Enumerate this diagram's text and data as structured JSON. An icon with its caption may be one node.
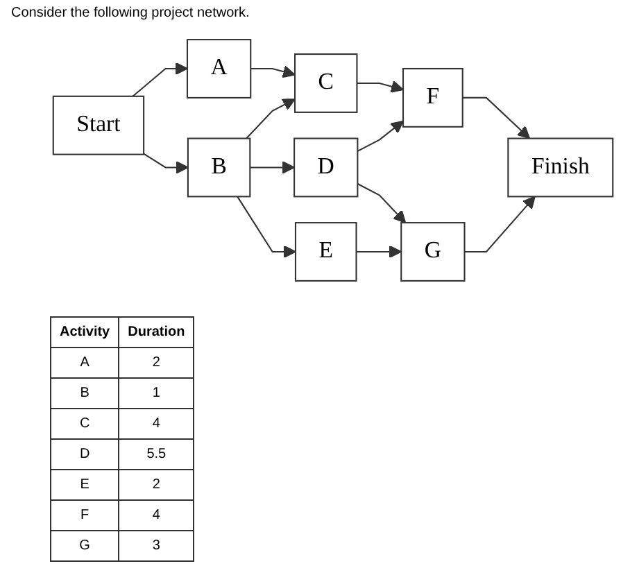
{
  "diagram": {
    "title": "Consider the following project network.",
    "nodes": [
      {
        "text": [
          "Start"
        ]
      },
      {
        "text": [
          "A"
        ]
      },
      {
        "text": [
          "B"
        ]
      },
      {
        "text": [
          "C"
        ]
      },
      {
        "text": [
          "D"
        ]
      },
      {
        "text": [
          "E"
        ]
      },
      {
        "text": [
          "F"
        ]
      },
      {
        "text": [
          "G"
        ]
      },
      {
        "text": [
          "Finish"
        ]
      }
    ],
    "edges": [
      {
        "from": 0,
        "to": 1,
        "arrow": "to"
      },
      {
        "from": 0,
        "to": 2,
        "arrow": "to"
      },
      {
        "from": 1,
        "to": 3,
        "arrow": "to"
      },
      {
        "from": 2,
        "to": 3,
        "arrow": "to"
      },
      {
        "from": 2,
        "to": 4,
        "arrow": "to"
      },
      {
        "from": 2,
        "to": 5,
        "arrow": "to"
      },
      {
        "from": 3,
        "to": 6,
        "arrow": "to"
      },
      {
        "from": 4,
        "to": 6,
        "arrow": "to"
      },
      {
        "from": 4,
        "to": 7,
        "arrow": "to"
      },
      {
        "from": 5,
        "to": 7,
        "arrow": "to"
      },
      {
        "from": 6,
        "to": 8,
        "arrow": "to"
      },
      {
        "from": 7,
        "to": 8,
        "arrow": "to"
      }
    ],
    "labels": [
      "Activity",
      "Duration",
      "A",
      "2",
      "B",
      "1",
      "C",
      "4",
      "D",
      "5.5",
      "E",
      "2",
      "F",
      "4",
      "G",
      "3"
    ]
  }
}
